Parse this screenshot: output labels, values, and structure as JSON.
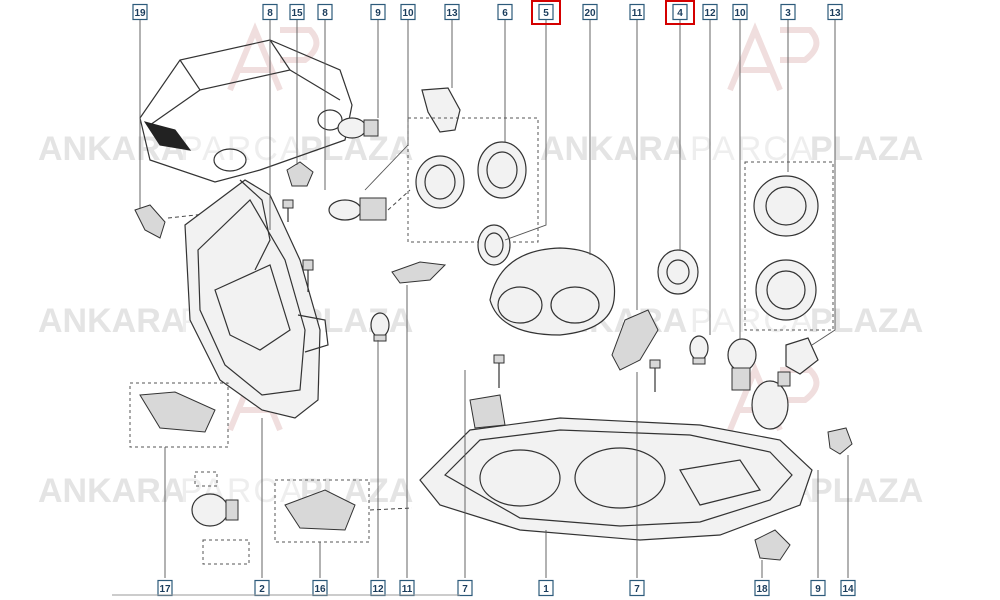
{
  "watermark": {
    "word1": "ANKARA",
    "word2": "PARCA",
    "word3": "PLAZA"
  },
  "callouts": [
    {
      "id": "c19",
      "text": "19",
      "highlight": false
    },
    {
      "id": "c8a",
      "text": "8",
      "highlight": false
    },
    {
      "id": "c15",
      "text": "15",
      "highlight": false
    },
    {
      "id": "c8b",
      "text": "8",
      "highlight": false
    },
    {
      "id": "c9",
      "text": "9",
      "highlight": false
    },
    {
      "id": "c10a",
      "text": "10",
      "highlight": false
    },
    {
      "id": "c13a",
      "text": "13",
      "highlight": false
    },
    {
      "id": "c6",
      "text": "6",
      "highlight": false
    },
    {
      "id": "c5",
      "text": "5",
      "highlight": true
    },
    {
      "id": "c20",
      "text": "20",
      "highlight": false
    },
    {
      "id": "c11a",
      "text": "11",
      "highlight": false
    },
    {
      "id": "c4",
      "text": "4",
      "highlight": true
    },
    {
      "id": "c12a",
      "text": "12",
      "highlight": false
    },
    {
      "id": "c10b",
      "text": "10",
      "highlight": false
    },
    {
      "id": "c3",
      "text": "3",
      "highlight": false
    },
    {
      "id": "c13b",
      "text": "13",
      "highlight": false
    },
    {
      "id": "c17",
      "text": "17",
      "highlight": false
    },
    {
      "id": "c2",
      "text": "2",
      "highlight": false
    },
    {
      "id": "c16",
      "text": "16",
      "highlight": false
    },
    {
      "id": "c12b",
      "text": "12",
      "highlight": false
    },
    {
      "id": "c11b",
      "text": "11",
      "highlight": false
    },
    {
      "id": "c7a",
      "text": "7",
      "highlight": false
    },
    {
      "id": "c1",
      "text": "1",
      "highlight": false
    },
    {
      "id": "c7b",
      "text": "7",
      "highlight": false
    },
    {
      "id": "c18",
      "text": "18",
      "highlight": false
    },
    {
      "id": "c9b",
      "text": "9",
      "highlight": false
    },
    {
      "id": "c14",
      "text": "14",
      "highlight": false
    }
  ]
}
